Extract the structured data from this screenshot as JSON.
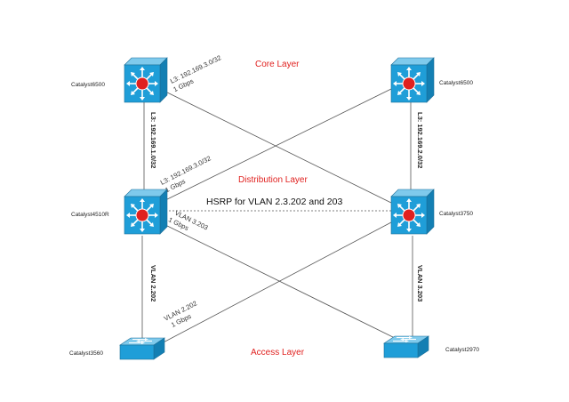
{
  "colors": {
    "layer_label": "#e0211f",
    "link": "#555555",
    "switch_body": "#1f9ed8",
    "switch_side": "#137fb3",
    "router_core": "#e0211f"
  },
  "layers": {
    "core": "Core Layer",
    "distribution": "Distribution Layer",
    "access": "Access Layer"
  },
  "devices": {
    "core_left": {
      "label": "Catalyst6500",
      "icon": "multilayer-switch-icon"
    },
    "core_right": {
      "label": "Catalyst6500",
      "icon": "multilayer-switch-icon"
    },
    "dist_left": {
      "label": "Catalyst4510R",
      "icon": "multilayer-switch-icon"
    },
    "dist_right": {
      "label": "Catalyst3750",
      "icon": "multilayer-switch-icon"
    },
    "access_left": {
      "label": "Catalyst3560",
      "icon": "workgroup-switch-icon"
    },
    "access_right": {
      "label": "Catalyst2970",
      "icon": "workgroup-switch-icon"
    }
  },
  "links": {
    "core_left_to_dist_right": {
      "line1": "L3: 192.169.3.0/32",
      "line2": "1 Gbps"
    },
    "dist_left_to_core_right": {
      "line1": "L3: 192.169.3.0/32",
      "line2": "1 Gbps"
    },
    "core_left_to_dist_left": "L3: 192.169.1.0/32",
    "core_right_to_dist_right": "L3: 192.169.2.0/32",
    "dist_left_to_access_right": {
      "line1": "VLAN 3.203",
      "line2": "1 Gbps"
    },
    "access_left_to_dist_right": {
      "line1": "VLAN 2.202",
      "line2": "1 Gbps"
    },
    "dist_left_to_access_left": "VLAN 2.202",
    "dist_right_to_access_right": "VLAN 3.203"
  },
  "hsrp": "HSRP for VLAN 2.3.202 and 203"
}
